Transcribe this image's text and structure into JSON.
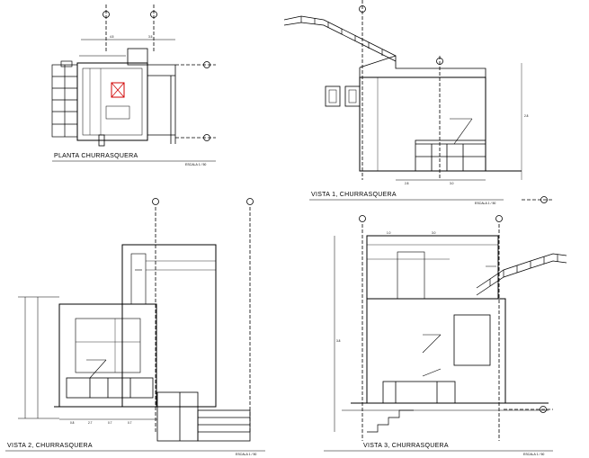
{
  "sheet": {
    "views": [
      {
        "id": "planta",
        "title": "PLANTA  CHURRASQUERA",
        "scale": "ESCALA 1 / 50"
      },
      {
        "id": "vista1",
        "title": "VISTA 1,     CHURRASQUERA",
        "scale": "ESCALA 1 / 50"
      },
      {
        "id": "vista2",
        "title": "VISTA 2,     CHURRASQUERA",
        "scale": "ESCALA 1 / 50"
      },
      {
        "id": "vista3",
        "title": "VISTA 3,     CHURRASQUERA",
        "scale": "ESCALA 1 / 50"
      }
    ],
    "dims": {
      "p_top1": "4.5",
      "p_top2": "3.5",
      "v1_a": "2.8",
      "v1_b": "3.0",
      "v1_h": "2.8",
      "v2_a": "0.8",
      "v2_b": "2.7",
      "v2_c": "0.7",
      "v2_d": "0.7",
      "v3_a": "1.0",
      "v3_b": "3.0",
      "v3_h": "3.8"
    }
  }
}
